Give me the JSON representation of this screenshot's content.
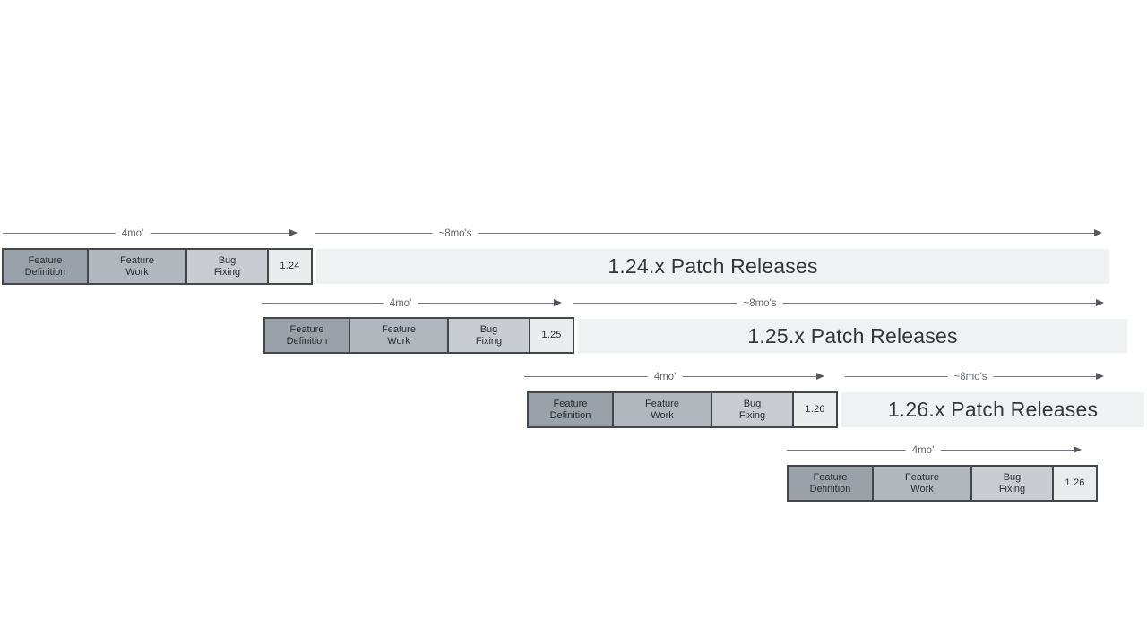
{
  "diagram": {
    "title": "release-cadence-overlap-diagram",
    "rows": [
      {
        "cycle_duration": "4mo'",
        "patch_duration": "~8mo's",
        "phases": [
          {
            "line1": "Feature",
            "line2": "Definition"
          },
          {
            "line1": "Feature",
            "line2": "Work"
          },
          {
            "line1": "Bug",
            "line2": "Fixing"
          }
        ],
        "version": "1.24",
        "patch_bar": "1.24.x Patch Releases"
      },
      {
        "cycle_duration": "4mo'",
        "patch_duration": "~8mo's",
        "phases": [
          {
            "line1": "Feature",
            "line2": "Definition"
          },
          {
            "line1": "Feature",
            "line2": "Work"
          },
          {
            "line1": "Bug",
            "line2": "Fixing"
          }
        ],
        "version": "1.25",
        "patch_bar": "1.25.x Patch Releases"
      },
      {
        "cycle_duration": "4mo'",
        "patch_duration": "~8mo's",
        "phases": [
          {
            "line1": "Feature",
            "line2": "Definition"
          },
          {
            "line1": "Feature",
            "line2": "Work"
          },
          {
            "line1": "Bug",
            "line2": "Fixing"
          }
        ],
        "version": "1.26",
        "patch_bar": "1.26.x Patch Releases"
      },
      {
        "cycle_duration": "4mo'",
        "phases": [
          {
            "line1": "Feature",
            "line2": "Definition"
          },
          {
            "line1": "Feature",
            "line2": "Work"
          },
          {
            "line1": "Bug",
            "line2": "Fixing"
          }
        ],
        "version": "1.26"
      }
    ],
    "colors": {
      "phase_definition": "#9aa1a9",
      "phase_work": "#b2b7be",
      "phase_fixing": "#c9cdd2",
      "version_box": "#eaebed",
      "patch_bar": "#f0f1f3",
      "box_border": "#43474c",
      "arrow_line": "#74787e",
      "arrow_head": "#54585d",
      "text_dark": "#2b2f34",
      "text_label": "#63676c",
      "background": "#ffffff"
    }
  }
}
